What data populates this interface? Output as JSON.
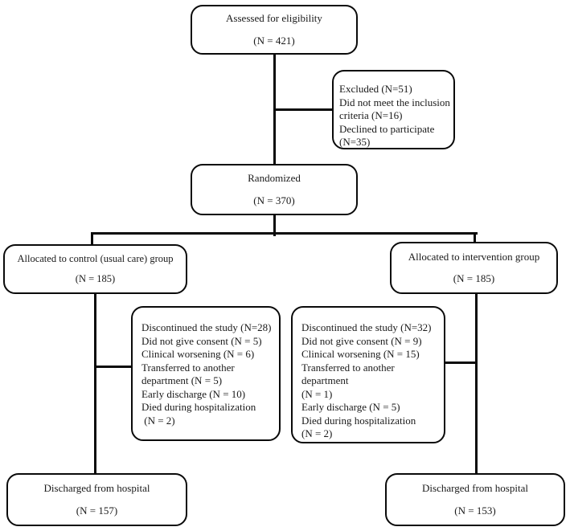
{
  "figure": {
    "kind": "CONSORT participant flow diagram",
    "background_color": "#ffffff",
    "box_border_color": "#0a0a0a",
    "connector_color": "#0a0a0a",
    "text_color": "#1a1a1a"
  },
  "boxes": {
    "assessed": {
      "title": "Assessed for eligibility",
      "n": "(N = 421)"
    },
    "excluded": {
      "lines": [
        "Excluded (N=51)",
        "Did not meet the inclusion",
        "criteria (N=16)",
        "Declined to participate",
        "(N=35)"
      ]
    },
    "randomized": {
      "title": "Randomized",
      "n": "(N = 370)"
    },
    "control_allocated": {
      "title": "Allocated to control (usual care) group",
      "n": "(N = 185)"
    },
    "intervention_allocated": {
      "title": "Allocated to intervention group",
      "n": "(N = 185)"
    },
    "control_discontinued": {
      "lines": [
        "Discontinued the study (N=28)",
        "Did not give consent (N = 5)",
        "Clinical worsening (N = 6)",
        "Transferred to another",
        "department (N = 5)",
        "Early discharge (N = 10)",
        "Died during hospitalization",
        " (N = 2)"
      ]
    },
    "intervention_discontinued": {
      "lines": [
        "Discontinued the study (N=32)",
        "Did not give consent (N = 9)",
        "Clinical worsening (N = 15)",
        "Transferred to another department",
        "(N = 1)",
        "Early discharge (N = 5)",
        "Died during hospitalization",
        "(N = 2)"
      ]
    },
    "control_discharged": {
      "title": "Discharged from hospital",
      "n": "(N = 157)"
    },
    "intervention_discharged": {
      "title": "Discharged from hospital",
      "n": "(N = 153)"
    }
  }
}
